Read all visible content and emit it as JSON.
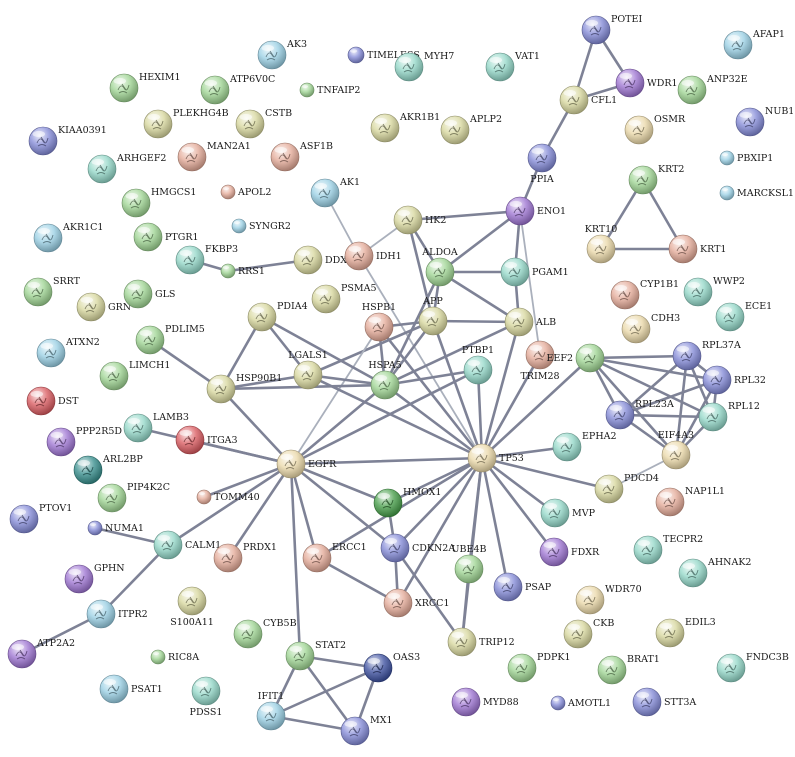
{
  "colors": {
    "edge": "#7e8296",
    "edge_weak": "#aab0bc",
    "palette": {
      "green": "#9bd38f",
      "teal": "#8fd6c6",
      "cyan": "#95cde3",
      "blue": "#7f86d6",
      "purple": "#9a6fd0",
      "salmon": "#e3a794",
      "red": "#d8545a",
      "olive": "#d6d59a",
      "tan": "#ead7a6",
      "darkgreen": "#3f9a42",
      "darkteal": "#2f8a88",
      "darkblue": "#354a9c"
    }
  },
  "nodes": [
    {
      "id": "POTEI",
      "color": "blue"
    },
    {
      "id": "AFAP1",
      "color": "cyan"
    },
    {
      "id": "AK3",
      "color": "cyan"
    },
    {
      "id": "TIMELESS",
      "color": "blue"
    },
    {
      "id": "MYH7",
      "color": "teal"
    },
    {
      "id": "VAT1",
      "color": "teal"
    },
    {
      "id": "WDR1",
      "color": "purple"
    },
    {
      "id": "ANP32E",
      "color": "green"
    },
    {
      "id": "HEXIM1",
      "color": "green"
    },
    {
      "id": "ATP6V0C",
      "color": "green"
    },
    {
      "id": "TNFAIP2",
      "color": "green"
    },
    {
      "id": "CFL1",
      "color": "olive"
    },
    {
      "id": "NUB1",
      "color": "blue"
    },
    {
      "id": "PLEKHG4B",
      "color": "olive"
    },
    {
      "id": "CSTB",
      "color": "olive"
    },
    {
      "id": "AKR1B1",
      "color": "olive"
    },
    {
      "id": "APLP2",
      "color": "olive"
    },
    {
      "id": "OSMR",
      "color": "tan"
    },
    {
      "id": "KIAA0391",
      "color": "blue"
    },
    {
      "id": "MAN2A1",
      "color": "salmon"
    },
    {
      "id": "ASF1B",
      "color": "salmon"
    },
    {
      "id": "PPIA",
      "color": "blue"
    },
    {
      "id": "PBXIP1",
      "color": "cyan"
    },
    {
      "id": "ARHGEF2",
      "color": "teal"
    },
    {
      "id": "KRT2",
      "color": "green"
    },
    {
      "id": "APOL2",
      "color": "salmon"
    },
    {
      "id": "AK1",
      "color": "cyan"
    },
    {
      "id": "MARCKSL1",
      "color": "cyan"
    },
    {
      "id": "HMGCS1",
      "color": "green"
    },
    {
      "id": "ENO1",
      "color": "purple"
    },
    {
      "id": "SYNGR2",
      "color": "cyan"
    },
    {
      "id": "HK2",
      "color": "olive"
    },
    {
      "id": "PTGR1",
      "color": "green"
    },
    {
      "id": "AKR1C1",
      "color": "cyan"
    },
    {
      "id": "FKBP3",
      "color": "teal"
    },
    {
      "id": "RRS1",
      "color": "green"
    },
    {
      "id": "DDX10",
      "color": "olive"
    },
    {
      "id": "IDH1",
      "color": "salmon"
    },
    {
      "id": "KRT10",
      "color": "tan"
    },
    {
      "id": "KRT1",
      "color": "salmon"
    },
    {
      "id": "PGAM1",
      "color": "teal"
    },
    {
      "id": "ALDOA",
      "color": "green"
    },
    {
      "id": "SRRT",
      "color": "green"
    },
    {
      "id": "GRN",
      "color": "olive"
    },
    {
      "id": "GLS",
      "color": "green"
    },
    {
      "id": "CYP1B1",
      "color": "salmon"
    },
    {
      "id": "WWP2",
      "color": "teal"
    },
    {
      "id": "ECE1",
      "color": "teal"
    },
    {
      "id": "PSMA5",
      "color": "olive"
    },
    {
      "id": "PDIA4",
      "color": "olive"
    },
    {
      "id": "APP",
      "color": "olive"
    },
    {
      "id": "ALB",
      "color": "olive"
    },
    {
      "id": "HSPB1",
      "color": "salmon"
    },
    {
      "id": "CDH3",
      "color": "tan"
    },
    {
      "id": "PDLIM5",
      "color": "green"
    },
    {
      "id": "ATXN2",
      "color": "cyan"
    },
    {
      "id": "TRIM28",
      "color": "salmon"
    },
    {
      "id": "EEF2",
      "color": "green"
    },
    {
      "id": "RPL37A",
      "color": "blue"
    },
    {
      "id": "LIMCH1",
      "color": "green"
    },
    {
      "id": "LGALS1",
      "color": "olive"
    },
    {
      "id": "PTBP1",
      "color": "teal"
    },
    {
      "id": "HSPA5",
      "color": "green"
    },
    {
      "id": "RPL32",
      "color": "blue"
    },
    {
      "id": "DST",
      "color": "red"
    },
    {
      "id": "HSP90B1",
      "color": "olive"
    },
    {
      "id": "RPL23A",
      "color": "blue"
    },
    {
      "id": "RPL12",
      "color": "teal"
    },
    {
      "id": "PPP2R5D",
      "color": "purple"
    },
    {
      "id": "LAMB3",
      "color": "teal"
    },
    {
      "id": "ITGA3",
      "color": "red"
    },
    {
      "id": "EIF4A3",
      "color": "tan"
    },
    {
      "id": "EPHA2",
      "color": "teal"
    },
    {
      "id": "TP53",
      "color": "tan"
    },
    {
      "id": "EGFR",
      "color": "tan"
    },
    {
      "id": "ARL2BP",
      "color": "darkteal"
    },
    {
      "id": "PIP4K2C",
      "color": "green"
    },
    {
      "id": "TOMM40",
      "color": "salmon"
    },
    {
      "id": "HMOX1",
      "color": "darkgreen"
    },
    {
      "id": "PDCD4",
      "color": "olive"
    },
    {
      "id": "NAP1L1",
      "color": "salmon"
    },
    {
      "id": "PTOV1",
      "color": "blue"
    },
    {
      "id": "NUMA1",
      "color": "blue"
    },
    {
      "id": "MVP",
      "color": "teal"
    },
    {
      "id": "CALM1",
      "color": "teal"
    },
    {
      "id": "PRDX1",
      "color": "salmon"
    },
    {
      "id": "ERCC1",
      "color": "salmon"
    },
    {
      "id": "CDKN2A",
      "color": "blue"
    },
    {
      "id": "FDXR",
      "color": "purple"
    },
    {
      "id": "TECPR2",
      "color": "teal"
    },
    {
      "id": "UBE4B",
      "color": "green"
    },
    {
      "id": "AHNAK2",
      "color": "teal"
    },
    {
      "id": "GPHN",
      "color": "purple"
    },
    {
      "id": "S100A11",
      "color": "olive"
    },
    {
      "id": "XRCC1",
      "color": "salmon"
    },
    {
      "id": "PSAP",
      "color": "blue"
    },
    {
      "id": "WDR70",
      "color": "tan"
    },
    {
      "id": "ITPR2",
      "color": "cyan"
    },
    {
      "id": "EDIL3",
      "color": "olive"
    },
    {
      "id": "CYB5B",
      "color": "green"
    },
    {
      "id": "CKB",
      "color": "olive"
    },
    {
      "id": "TRIP12",
      "color": "olive"
    },
    {
      "id": "ATP2A2",
      "color": "purple"
    },
    {
      "id": "RIC8A",
      "color": "green"
    },
    {
      "id": "STAT2",
      "color": "green"
    },
    {
      "id": "OAS3",
      "color": "darkblue"
    },
    {
      "id": "PDPK1",
      "color": "green"
    },
    {
      "id": "BRAT1",
      "color": "green"
    },
    {
      "id": "FNDC3B",
      "color": "teal"
    },
    {
      "id": "PSAT1",
      "color": "cyan"
    },
    {
      "id": "PDSS1",
      "color": "teal"
    },
    {
      "id": "IFIT1",
      "color": "cyan"
    },
    {
      "id": "MX1",
      "color": "blue"
    },
    {
      "id": "MYD88",
      "color": "purple"
    },
    {
      "id": "AMOTL1",
      "color": "blue"
    },
    {
      "id": "STT3A",
      "color": "blue"
    }
  ],
  "edges": [
    [
      "POTEI",
      "WDR1"
    ],
    [
      "POTEI",
      "CFL1"
    ],
    [
      "WDR1",
      "CFL1"
    ],
    [
      "CFL1",
      "PPIA"
    ],
    [
      "PPIA",
      "ENO1"
    ],
    [
      "ENO1",
      "HK2"
    ],
    [
      "ENO1",
      "ALDOA"
    ],
    [
      "ENO1",
      "PGAM1"
    ],
    [
      "ENO1",
      "TRIM28"
    ],
    [
      "KRT2",
      "KRT10"
    ],
    [
      "KRT2",
      "KRT1"
    ],
    [
      "KRT10",
      "KRT1"
    ],
    [
      "AK1",
      "IDH1"
    ],
    [
      "RRS1",
      "DDX10"
    ],
    [
      "FKBP3",
      "RRS1"
    ],
    [
      "HK2",
      "ALDOA"
    ],
    [
      "HK2",
      "APP"
    ],
    [
      "HK2",
      "IDH1"
    ],
    [
      "IDH1",
      "TP53"
    ],
    [
      "ALDOA",
      "PGAM1"
    ],
    [
      "ALDOA",
      "APP"
    ],
    [
      "ALDOA",
      "ALB"
    ],
    [
      "ALDOA",
      "HSPA5"
    ],
    [
      "APP",
      "HSPB1"
    ],
    [
      "APP",
      "ALB"
    ],
    [
      "APP",
      "HSPA5"
    ],
    [
      "APP",
      "TP53"
    ],
    [
      "APP",
      "LGALS1"
    ],
    [
      "ALB",
      "TP53"
    ],
    [
      "ALB",
      "HSPA5"
    ],
    [
      "ALB",
      "PGAM1"
    ],
    [
      "HSPB1",
      "TP53"
    ],
    [
      "HSPB1",
      "EGFR"
    ],
    [
      "HSPB1",
      "HSPA5"
    ],
    [
      "PDIA4",
      "HSP90B1"
    ],
    [
      "PDIA4",
      "HSPA5"
    ],
    [
      "PDIA4",
      "LGALS1"
    ],
    [
      "HSP90B1",
      "HSPA5"
    ],
    [
      "HSP90B1",
      "EGFR"
    ],
    [
      "HSP90B1",
      "PDLIM5"
    ],
    [
      "HSP90B1",
      "LGALS1"
    ],
    [
      "LGALS1",
      "HSPA5"
    ],
    [
      "LGALS1",
      "TP53"
    ],
    [
      "HSPA5",
      "TP53"
    ],
    [
      "HSPA5",
      "EGFR"
    ],
    [
      "HSPA5",
      "PTBP1"
    ],
    [
      "PTBP1",
      "TP53"
    ],
    [
      "TRIM28",
      "TP53"
    ],
    [
      "EEF2",
      "TP53"
    ],
    [
      "EEF2",
      "RPL37A"
    ],
    [
      "EEF2",
      "RPL32"
    ],
    [
      "EEF2",
      "RPL23A"
    ],
    [
      "EEF2",
      "RPL12"
    ],
    [
      "EEF2",
      "EIF4A3"
    ],
    [
      "RPL37A",
      "RPL32"
    ],
    [
      "RPL37A",
      "RPL23A"
    ],
    [
      "RPL37A",
      "RPL12"
    ],
    [
      "RPL37A",
      "EIF4A3"
    ],
    [
      "RPL32",
      "RPL23A"
    ],
    [
      "RPL32",
      "RPL12"
    ],
    [
      "RPL32",
      "EIF4A3"
    ],
    [
      "RPL23A",
      "RPL12"
    ],
    [
      "RPL23A",
      "EIF4A3"
    ],
    [
      "RPL12",
      "EIF4A3"
    ],
    [
      "EIF4A3",
      "PDCD4"
    ],
    [
      "TP53",
      "PDCD4"
    ],
    [
      "TP53",
      "EPHA2"
    ],
    [
      "TP53",
      "MVP"
    ],
    [
      "TP53",
      "FDXR"
    ],
    [
      "TP53",
      "PSAP"
    ],
    [
      "TP53",
      "UBE4B"
    ],
    [
      "TP53",
      "CDKN2A"
    ],
    [
      "TP53",
      "XRCC1"
    ],
    [
      "TP53",
      "HMOX1"
    ],
    [
      "TP53",
      "EGFR"
    ],
    [
      "TP53",
      "TRIP12"
    ],
    [
      "TP53",
      "ERCC1"
    ],
    [
      "EGFR",
      "ITGA3"
    ],
    [
      "EGFR",
      "LAMB3"
    ],
    [
      "EGFR",
      "TOMM40"
    ],
    [
      "EGFR",
      "PRDX1"
    ],
    [
      "EGFR",
      "CALM1"
    ],
    [
      "EGFR",
      "HMOX1"
    ],
    [
      "EGFR",
      "CDKN2A"
    ],
    [
      "EGFR",
      "STAT2"
    ],
    [
      "EGFR",
      "ERCC1"
    ],
    [
      "EGFR",
      "PTBP1"
    ],
    [
      "ERCC1",
      "XRCC1"
    ],
    [
      "CDKN2A",
      "XRCC1"
    ],
    [
      "CDKN2A",
      "TRIP12"
    ],
    [
      "CDKN2A",
      "HMOX1"
    ],
    [
      "UBE4B",
      "TRIP12"
    ],
    [
      "CALM1",
      "ITPR2"
    ],
    [
      "CALM1",
      "NUMA1"
    ],
    [
      "ITPR2",
      "ATP2A2"
    ],
    [
      "STAT2",
      "IFIT1"
    ],
    [
      "STAT2",
      "MX1"
    ],
    [
      "STAT2",
      "OAS3"
    ],
    [
      "IFIT1",
      "MX1"
    ],
    [
      "IFIT1",
      "OAS3"
    ],
    [
      "MX1",
      "OAS3"
    ]
  ]
}
